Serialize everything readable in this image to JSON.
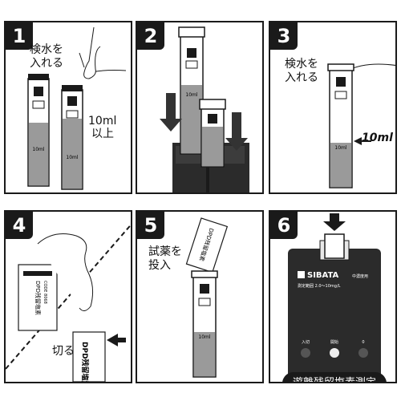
{
  "steps": [
    {
      "number": "1",
      "label_line1": "検水を",
      "label_line2": "入れる",
      "volume_line1": "10ml",
      "volume_line2": "以上",
      "tube_mark": "10ml"
    },
    {
      "number": "2",
      "tube_mark": "10ml"
    },
    {
      "number": "3",
      "label_line1": "検水を",
      "label_line2": "入れる",
      "volume_label": "10ml",
      "tube_mark": "10ml"
    },
    {
      "number": "4",
      "cut_label": "切る",
      "packet_title": "DPD残留塩素",
      "packet_sub": "CODE 8068"
    },
    {
      "number": "5",
      "label_line1": "試薬を",
      "label_line2": "投入",
      "tube_mark": "10ml",
      "packet_title": "DPD残留塩素"
    },
    {
      "number": "6",
      "brand": "SIBATA",
      "device_line1": "中濃度用",
      "device_line2": "測定範囲 2.0〜10mg/L",
      "caption": "遊離残留塩素測定",
      "knob_labels": [
        "入切",
        "開始",
        "0"
      ]
    }
  ],
  "colors": {
    "ink": "#1a1a1a",
    "water": "#9a9a9a",
    "device": "#2b2b2b"
  }
}
